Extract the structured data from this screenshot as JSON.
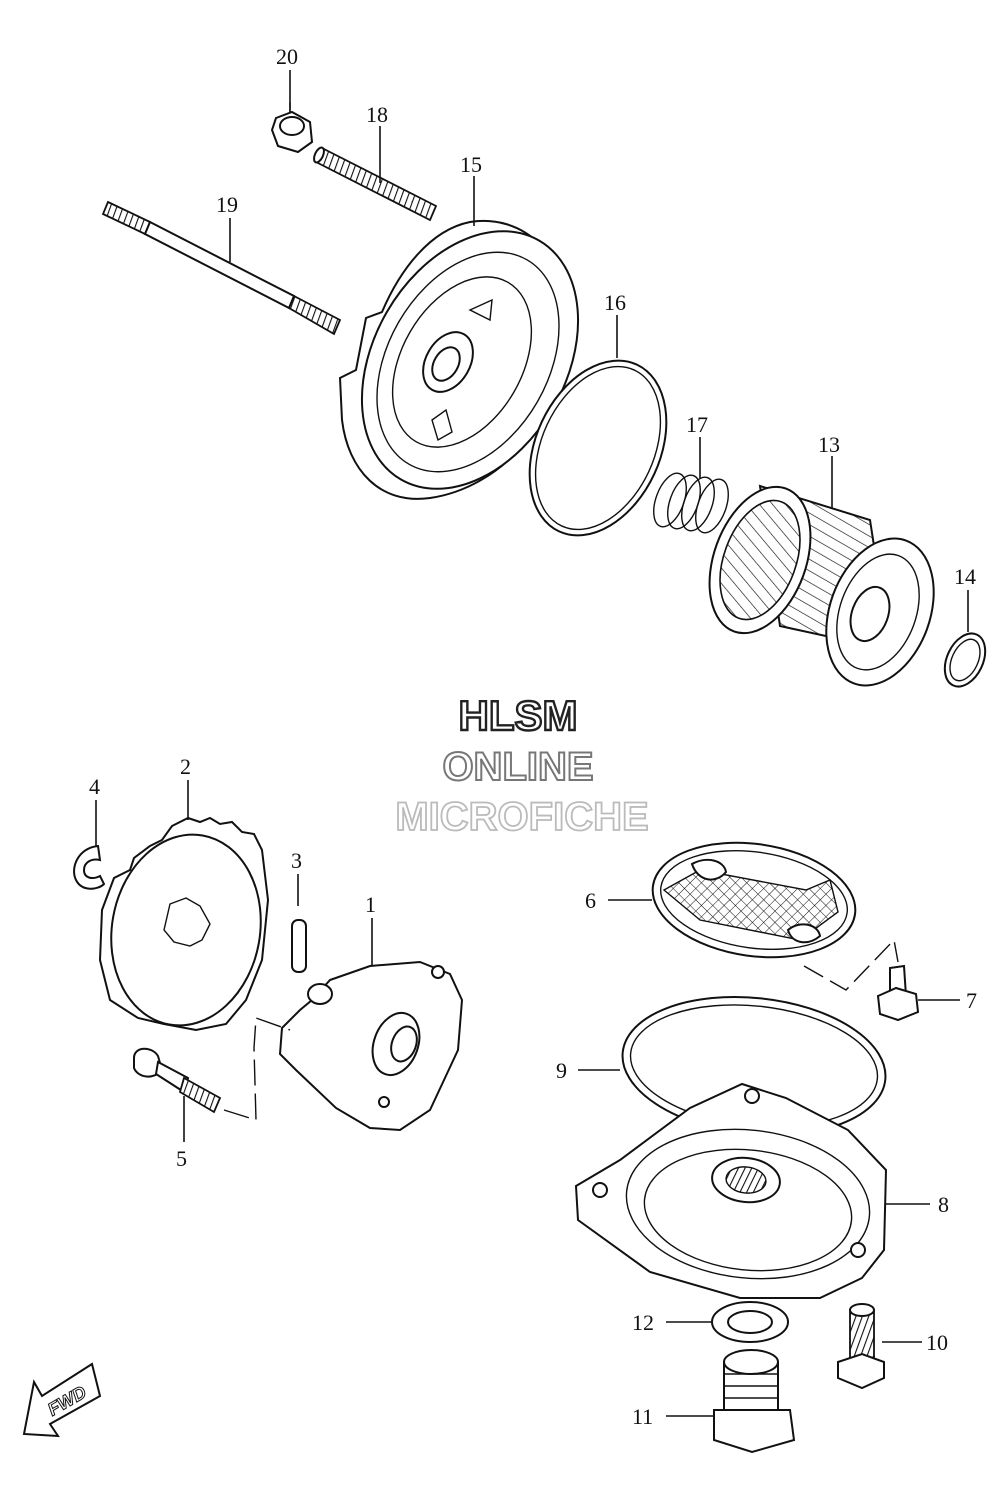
{
  "watermark": {
    "line1": "HLSM",
    "line2": "ONLINE",
    "line3": "MICROFICHE"
  },
  "fwd_label": "FWD",
  "callouts": {
    "c1": "1",
    "c2": "2",
    "c3": "3",
    "c4": "4",
    "c5": "5",
    "c6": "6",
    "c7": "7",
    "c8": "8",
    "c9": "9",
    "c10": "10",
    "c11": "11",
    "c12": "12",
    "c13": "13",
    "c14": "14",
    "c15": "15",
    "c16": "16",
    "c17": "17",
    "c18": "18",
    "c19": "19",
    "c20": "20"
  }
}
